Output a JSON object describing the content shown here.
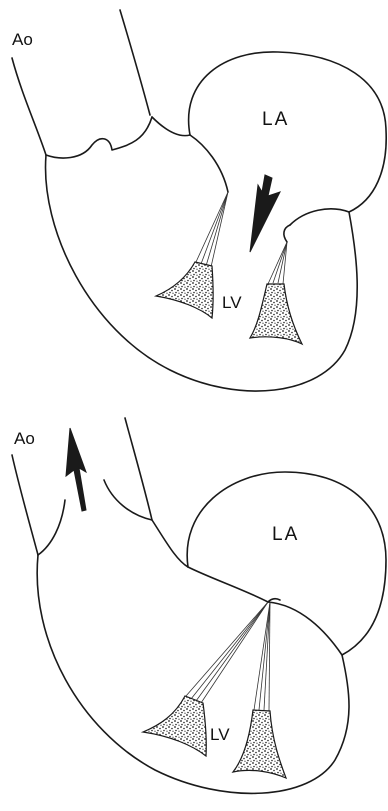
{
  "panels": [
    {
      "id": "diastole",
      "labels": {
        "aorta": "Ao",
        "left_atrium": "LA",
        "left_ventricle": "LV"
      },
      "arrow_direction": "down-left (atrium to ventricle)"
    },
    {
      "id": "systole",
      "labels": {
        "aorta": "Ao",
        "left_atrium": "LA",
        "left_ventricle": "LV"
      },
      "arrow_direction": "up (ventricle to aorta)"
    }
  ],
  "colors": {
    "ink": "#1a1a1a",
    "background": "#ffffff"
  }
}
